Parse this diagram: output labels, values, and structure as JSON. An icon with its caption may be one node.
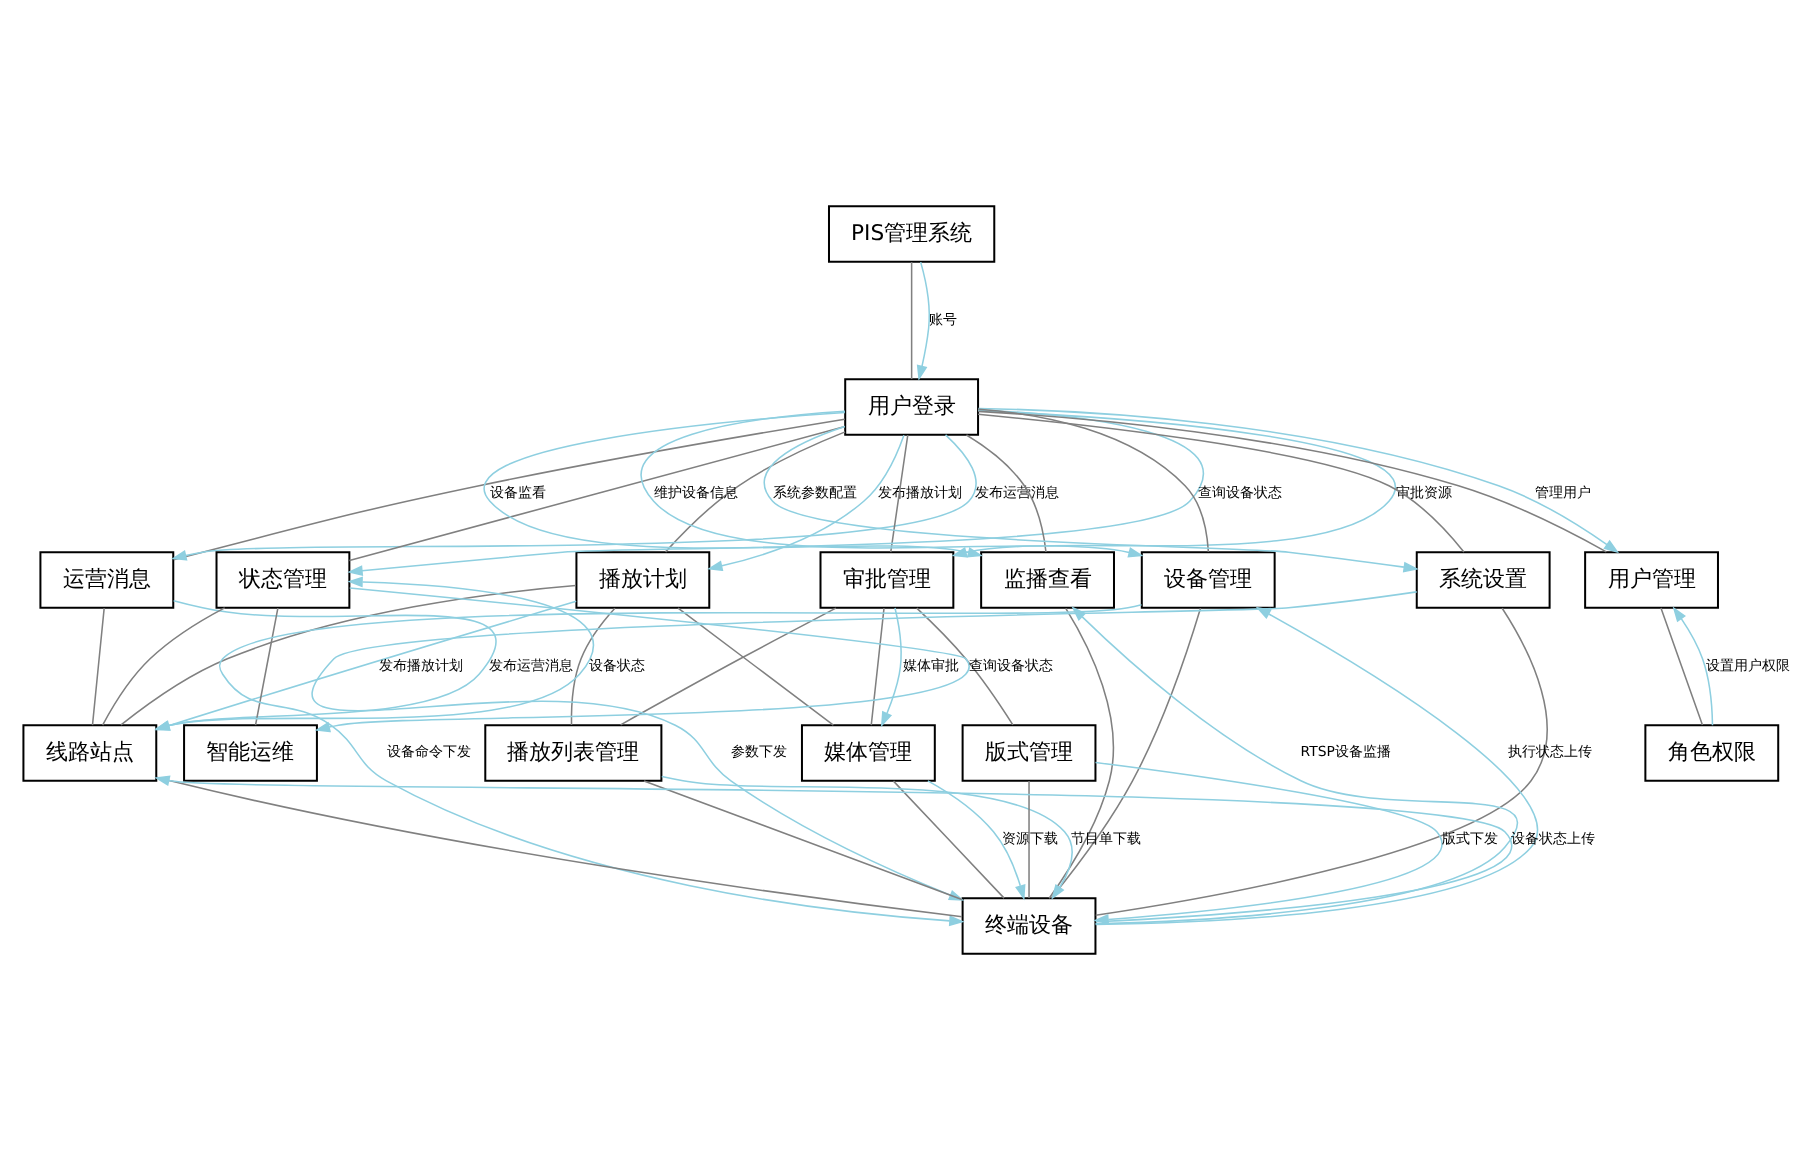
{
  "diagram": {
    "nodes": [
      {
        "text": [
          "PIS管理系统"
        ]
      },
      {
        "text": [
          "用户登录"
        ]
      },
      {
        "text": [
          "播放计划"
        ]
      },
      {
        "text": [
          "运营消息"
        ]
      },
      {
        "text": [
          "审批管理"
        ]
      },
      {
        "text": [
          "状态管理"
        ]
      },
      {
        "text": [
          "用户管理"
        ]
      },
      {
        "text": [
          "监播查看"
        ]
      },
      {
        "text": [
          "设备管理"
        ]
      },
      {
        "text": [
          "系统设置"
        ]
      },
      {
        "text": [
          "线路站点"
        ]
      },
      {
        "text": [
          "智能运维"
        ]
      },
      {
        "text": [
          "媒体管理"
        ]
      },
      {
        "text": [
          "播放列表管理"
        ]
      },
      {
        "text": [
          "版式管理"
        ]
      },
      {
        "text": [
          "角色权限"
        ]
      },
      {
        "text": [
          "终端设备"
        ]
      }
    ],
    "edges": [
      {
        "from": 0,
        "to": 1,
        "arrow": "none"
      },
      {
        "from": 1,
        "to": 2,
        "arrow": "none"
      },
      {
        "from": 1,
        "to": 3,
        "arrow": "none"
      },
      {
        "from": 1,
        "to": 4,
        "arrow": "none"
      },
      {
        "from": 1,
        "to": 5,
        "arrow": "none"
      },
      {
        "from": 1,
        "to": 6,
        "arrow": "none"
      },
      {
        "from": 1,
        "to": 7,
        "arrow": "none"
      },
      {
        "from": 1,
        "to": 8,
        "arrow": "none"
      },
      {
        "from": 1,
        "to": 9,
        "arrow": "none"
      },
      {
        "from": 2,
        "to": 12,
        "arrow": "none"
      },
      {
        "from": 2,
        "to": 13,
        "arrow": "none"
      },
      {
        "from": 2,
        "to": 10,
        "arrow": "none"
      },
      {
        "from": 3,
        "to": 10,
        "arrow": "none"
      },
      {
        "from": 4,
        "to": 12,
        "arrow": "none"
      },
      {
        "from": 4,
        "to": 13,
        "arrow": "none"
      },
      {
        "from": 4,
        "to": 14,
        "arrow": "none"
      },
      {
        "from": 5,
        "to": 10,
        "arrow": "none"
      },
      {
        "from": 5,
        "to": 11,
        "arrow": "none"
      },
      {
        "from": 6,
        "to": 15,
        "arrow": "none"
      },
      {
        "from": 7,
        "to": 16,
        "arrow": "none"
      },
      {
        "from": 8,
        "to": 16,
        "arrow": "none"
      },
      {
        "from": 9,
        "to": 16,
        "arrow": "none"
      },
      {
        "from": 12,
        "to": 16,
        "arrow": "none"
      },
      {
        "from": 13,
        "to": 16,
        "arrow": "none"
      },
      {
        "from": 14,
        "to": 16,
        "arrow": "none"
      },
      {
        "from": 10,
        "to": 16,
        "arrow": "none"
      },
      {
        "from": 0,
        "to": 1,
        "arrow": "to",
        "label": "账号",
        "color": "#8ecfe0"
      },
      {
        "from": 1,
        "to": 2,
        "arrow": "to",
        "label": "发布播放计划",
        "color": "#8ecfe0"
      },
      {
        "from": 1,
        "to": 3,
        "arrow": "to",
        "label": "发布运营消息",
        "color": "#8ecfe0"
      },
      {
        "from": 1,
        "to": 4,
        "arrow": "to",
        "label": "审批资源",
        "color": "#8ecfe0"
      },
      {
        "from": 1,
        "to": 5,
        "arrow": "to",
        "label": "查询设备状态",
        "color": "#8ecfe0"
      },
      {
        "from": 1,
        "to": 6,
        "arrow": "to",
        "label": "管理用户",
        "color": "#8ecfe0"
      },
      {
        "from": 1,
        "to": 7,
        "arrow": "to",
        "label": "设备监看",
        "color": "#8ecfe0"
      },
      {
        "from": 1,
        "to": 8,
        "arrow": "to",
        "label": "维护设备信息",
        "color": "#8ecfe0"
      },
      {
        "from": 1,
        "to": 9,
        "arrow": "to",
        "label": "系统参数配置",
        "color": "#8ecfe0"
      },
      {
        "from": 4,
        "to": 12,
        "arrow": "to",
        "label": "媒体审批",
        "color": "#8ecfe0"
      },
      {
        "from": 2,
        "to": 10,
        "arrow": "to",
        "label": "发布播放计划",
        "color": "#8ecfe0"
      },
      {
        "from": 3,
        "to": 10,
        "arrow": "to",
        "label": "发布运营消息",
        "color": "#8ecfe0"
      },
      {
        "from": 10,
        "to": 5,
        "arrow": "to",
        "label": "设备状态",
        "color": "#8ecfe0"
      },
      {
        "from": 5,
        "to": 11,
        "arrow": "to",
        "label": "查询设备状态",
        "color": "#8ecfe0"
      },
      {
        "from": 15,
        "to": 6,
        "arrow": "to",
        "label": "设置用户权限",
        "color": "#8ecfe0"
      },
      {
        "from": 16,
        "to": 8,
        "arrow": "to",
        "label": "执行状态上传",
        "color": "#8ecfe0"
      },
      {
        "from": 8,
        "to": 16,
        "arrow": "to",
        "label": "设备命令下发",
        "color": "#8ecfe0"
      },
      {
        "from": 9,
        "to": 16,
        "arrow": "to",
        "label": "参数下发",
        "color": "#8ecfe0"
      },
      {
        "from": 16,
        "to": 7,
        "arrow": "to",
        "label": "RTSP设备监播",
        "color": "#8ecfe0"
      },
      {
        "from": 16,
        "to": 10,
        "arrow": "to",
        "label": "设备状态上传",
        "color": "#8ecfe0"
      },
      {
        "from": 14,
        "to": 16,
        "arrow": "to",
        "label": "版式下发",
        "color": "#8ecfe0"
      },
      {
        "from": 13,
        "to": 16,
        "arrow": "to",
        "label": "节目单下载",
        "color": "#8ecfe0"
      },
      {
        "from": 12,
        "to": 16,
        "arrow": "to",
        "label": "资源下载",
        "color": "#8ecfe0"
      }
    ]
  }
}
